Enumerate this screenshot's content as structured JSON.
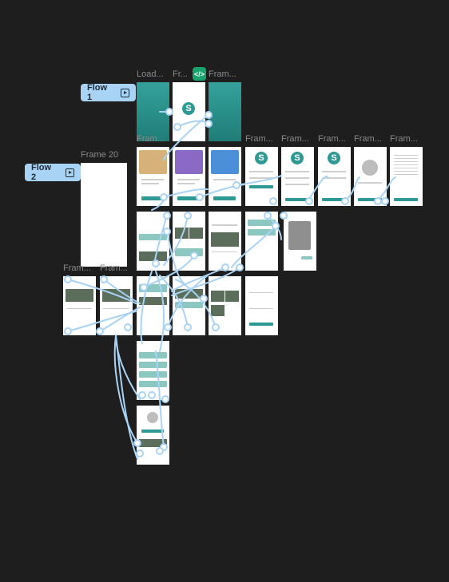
{
  "flows": [
    {
      "label": "Flow 1"
    },
    {
      "label": "Flow 2"
    }
  ],
  "frame_labels": {
    "loading": "Load...",
    "fr1": "Fr...",
    "fr2": "Fram...",
    "row2_1": "Fram...",
    "row2_4": "Fram...",
    "row2_5": "Fram...",
    "row2_6": "Fram...",
    "row2_7": "Fram...",
    "row2_8": "Fram...",
    "frame20": "Frame 20",
    "left1": "Fram...",
    "left2": "Fram..."
  },
  "icons": {
    "code": "code-icon",
    "flow_start": "play-icon"
  },
  "colors": {
    "canvas": "#1e1e1e",
    "teal": "#2f9a93",
    "connector": "#a9d3f5",
    "code_badge": "#1aa36d"
  },
  "mini_text": {
    "logo_letter": "S"
  }
}
